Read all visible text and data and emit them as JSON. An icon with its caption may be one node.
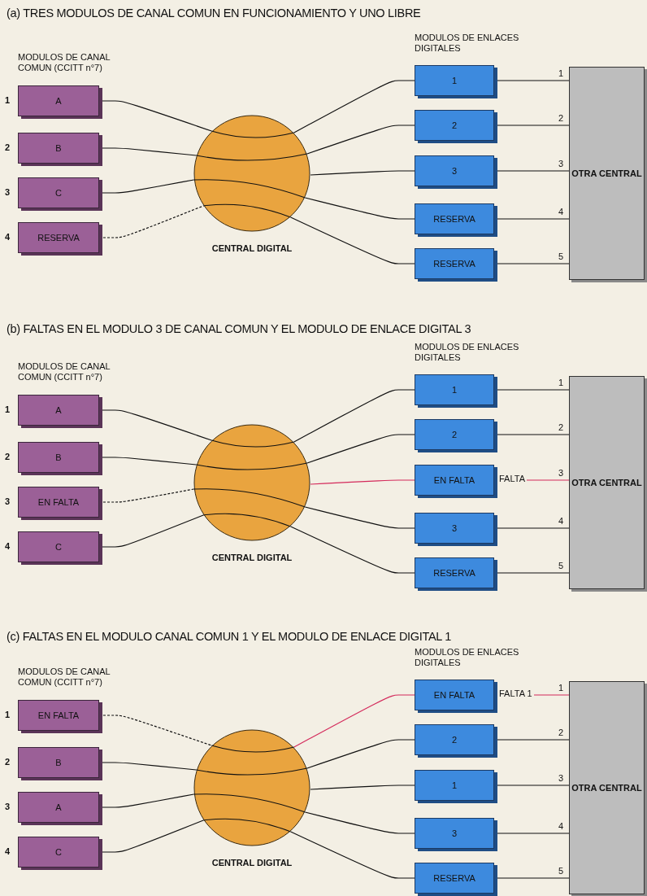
{
  "diagram": {
    "nodes": [
      {
        "text": [
          "A"
        ],
        "beside": [
          "1"
        ]
      },
      {
        "text": [
          "B"
        ],
        "beside": [
          "2"
        ]
      },
      {
        "text": [
          "C"
        ],
        "beside": [
          "3"
        ]
      },
      {
        "text": [
          "RESERVA"
        ],
        "beside": [
          "4"
        ]
      },
      {
        "text": [],
        "shape": "circle",
        "beside": [
          "CENTRAL DIGITAL"
        ]
      },
      {
        "text": [
          "1"
        ]
      },
      {
        "text": [
          "2"
        ]
      },
      {
        "text": [
          "3"
        ]
      },
      {
        "text": [
          "RESERVA"
        ]
      },
      {
        "text": [
          "RESERVA"
        ]
      },
      {
        "text": [
          "OTRA CENTRAL"
        ]
      },
      {
        "text": [
          "A"
        ],
        "beside": [
          "1"
        ]
      },
      {
        "text": [
          "B"
        ],
        "beside": [
          "2"
        ]
      },
      {
        "text": [
          "EN FALTA"
        ],
        "beside": [
          "3"
        ]
      },
      {
        "text": [
          "C"
        ],
        "beside": [
          "4"
        ]
      },
      {
        "text": [],
        "shape": "circle",
        "beside": [
          "CENTRAL DIGITAL"
        ]
      },
      {
        "text": [
          "1"
        ]
      },
      {
        "text": [
          "2"
        ]
      },
      {
        "text": [
          "EN FALTA"
        ]
      },
      {
        "text": [
          "3"
        ]
      },
      {
        "text": [
          "RESERVA"
        ]
      },
      {
        "text": [
          "OTRA CENTRAL"
        ]
      },
      {
        "text": [
          "EN FALTA"
        ],
        "beside": [
          "1"
        ]
      },
      {
        "text": [
          "B"
        ],
        "beside": [
          "2"
        ]
      },
      {
        "text": [
          "A"
        ],
        "beside": [
          "3"
        ]
      },
      {
        "text": [
          "C"
        ],
        "beside": [
          "4"
        ]
      },
      {
        "text": [],
        "shape": "circle",
        "beside": [
          "CENTRAL DIGITAL"
        ]
      },
      {
        "text": [
          "EN FALTA"
        ]
      },
      {
        "text": [
          "2"
        ]
      },
      {
        "text": [
          "1"
        ]
      },
      {
        "text": [
          "3"
        ]
      },
      {
        "text": [
          "RESERVA"
        ]
      },
      {
        "text": [
          "OTRA CENTRAL"
        ]
      }
    ],
    "edges": [
      {
        "from": 0,
        "to": 4,
        "arrow": "none"
      },
      {
        "from": 1,
        "to": 4,
        "arrow": "none"
      },
      {
        "from": 2,
        "to": 4,
        "arrow": "none"
      },
      {
        "from": 3,
        "to": 4,
        "arrow": "none",
        "style": "dashed"
      },
      {
        "from": 4,
        "to": 5,
        "arrow": "none"
      },
      {
        "from": 4,
        "to": 6,
        "arrow": "none"
      },
      {
        "from": 4,
        "to": 7,
        "arrow": "none"
      },
      {
        "from": 4,
        "to": 8,
        "arrow": "none"
      },
      {
        "from": 4,
        "to": 9,
        "arrow": "none"
      },
      {
        "from": 5,
        "to": 10,
        "arrow": "none"
      },
      {
        "from": 6,
        "to": 10,
        "arrow": "none"
      },
      {
        "from": 7,
        "to": 10,
        "arrow": "none"
      },
      {
        "from": 8,
        "to": 10,
        "arrow": "none"
      },
      {
        "from": 9,
        "to": 10,
        "arrow": "none"
      },
      {
        "from": 11,
        "to": 15,
        "arrow": "none"
      },
      {
        "from": 12,
        "to": 15,
        "arrow": "none"
      },
      {
        "from": 13,
        "to": 15,
        "arrow": "none",
        "style": "dashed"
      },
      {
        "from": 14,
        "to": 15,
        "arrow": "none"
      },
      {
        "from": 15,
        "to": 16,
        "arrow": "none"
      },
      {
        "from": 15,
        "to": 17,
        "arrow": "none"
      },
      {
        "from": 15,
        "to": 18,
        "arrow": "none",
        "color": "#d42a5b"
      },
      {
        "from": 15,
        "to": 19,
        "arrow": "none"
      },
      {
        "from": 15,
        "to": 20,
        "arrow": "none"
      },
      {
        "from": 16,
        "to": 21,
        "arrow": "none"
      },
      {
        "from": 17,
        "to": 21,
        "arrow": "none"
      },
      {
        "from": 18,
        "to": 21,
        "arrow": "none",
        "label": "FALTA",
        "color": "#d42a5b"
      },
      {
        "from": 19,
        "to": 21,
        "arrow": "none"
      },
      {
        "from": 20,
        "to": 21,
        "arrow": "none"
      },
      {
        "from": 22,
        "to": 26,
        "arrow": "none",
        "style": "dashed"
      },
      {
        "from": 23,
        "to": 26,
        "arrow": "none"
      },
      {
        "from": 24,
        "to": 26,
        "arrow": "none"
      },
      {
        "from": 25,
        "to": 26,
        "arrow": "none"
      },
      {
        "from": 26,
        "to": 27,
        "arrow": "none",
        "color": "#d42a5b"
      },
      {
        "from": 26,
        "to": 28,
        "arrow": "none"
      },
      {
        "from": 26,
        "to": 29,
        "arrow": "none"
      },
      {
        "from": 26,
        "to": 30,
        "arrow": "none"
      },
      {
        "from": 26,
        "to": 31,
        "arrow": "none"
      },
      {
        "from": 27,
        "to": 32,
        "arrow": "none",
        "label": "FALTA 1",
        "color": "#d42a5b"
      },
      {
        "from": 28,
        "to": 32,
        "arrow": "none"
      },
      {
        "from": 29,
        "to": 32,
        "arrow": "none"
      },
      {
        "from": 30,
        "to": 32,
        "arrow": "none"
      },
      {
        "from": 31,
        "to": 32,
        "arrow": "none"
      }
    ],
    "labels": [
      "(a) TRES MODULOS DE CANAL COMUN EN FUNCIONAMIENTO Y UNO LIBRE",
      "MODULOS DE CANAL COMUN (CCITT n°7)",
      "MODULOS DE ENLACES DIGITALES",
      "1",
      "2",
      "3",
      "4",
      "5",
      "(b) FALTAS EN EL MODULO 3 DE CANAL COMUN Y EL MODULO DE ENLACE DIGITAL 3",
      "MODULOS DE CANAL COMUN (CCITT n°7)",
      "MODULOS DE ENLACES DIGITALES",
      "1",
      "2",
      "3",
      "4",
      "5",
      "(c) FALTAS EN EL MODULO CANAL COMUN 1 Y EL MODULO DE ENLACE DIGITAL 1",
      "MODULOS DE CANAL COMUN (CCITT n°7)",
      "MODULOS DE ENLACES DIGITALES",
      "1",
      "2",
      "3",
      "4",
      "5"
    ]
  }
}
